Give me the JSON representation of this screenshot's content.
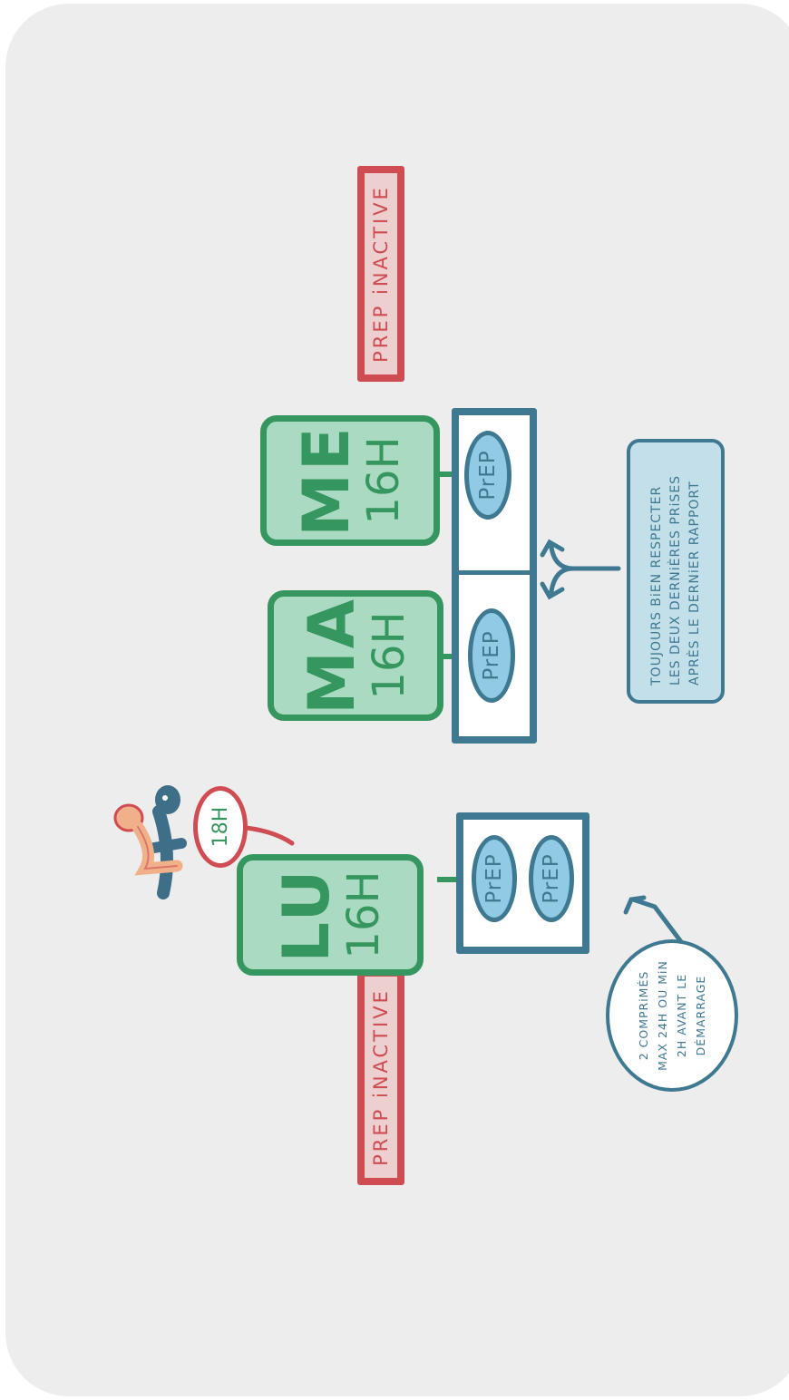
{
  "labels": {
    "prep_inactive_top": "PREP iNACTIVE",
    "prep_inactive_bottom": "PREP iNACTIVE"
  },
  "days": {
    "lu": {
      "day": "LU",
      "time": "16H"
    },
    "ma": {
      "day": "MA",
      "time": "16H"
    },
    "me": {
      "day": "ME",
      "time": "16H"
    }
  },
  "pills": {
    "label": "PrEP"
  },
  "notes": {
    "rect": {
      "line1": "TOUJOURS BiEN RESPECTER",
      "line2": "LES DEUX DERNiÈRES PRiSES",
      "line3": "APRÈS LE DERNiER RAPPORT"
    },
    "ellipse": {
      "line1": "2 COMPRiMÉS",
      "line2": "MAX 24H OU MiN",
      "line3": "2H AVANT LE",
      "line4": "DÉMARRAGE"
    }
  },
  "encounter": {
    "time": "18H"
  },
  "colors": {
    "background": "#ecedec",
    "green": "#36965f",
    "green_fill": "#abdac2",
    "blue": "#3e7891",
    "blue_fill": "#8fcbe2",
    "red": "#cf4c52",
    "red_fill": "#eccfce",
    "note_fill": "#c3e0ea"
  }
}
